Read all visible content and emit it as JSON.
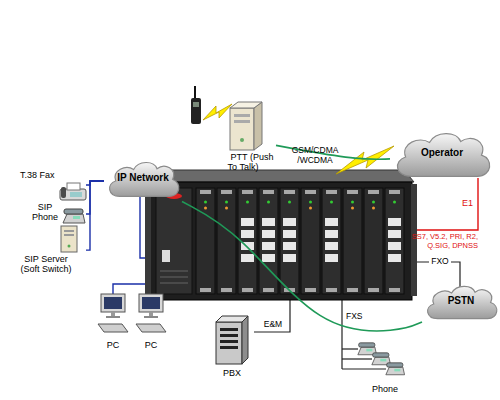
{
  "diagram": {
    "nodes": [
      {
        "text": [
          "T.38 Fax"
        ]
      },
      {
        "text": [
          "SIP Phone"
        ]
      },
      {
        "text": [
          "SIP Server (Soft Switch)"
        ]
      },
      {
        "text": [
          "IP Network"
        ]
      },
      {
        "text": [
          "PTT (Push To Talk)"
        ]
      },
      {
        "text": [
          "Operator"
        ]
      },
      {
        "text": [
          "PSTN"
        ]
      },
      {
        "text": [
          "PC"
        ]
      },
      {
        "text": [
          "PC"
        ]
      },
      {
        "text": [
          "PBX"
        ]
      },
      {
        "text": [
          "Phone"
        ]
      }
    ],
    "edges": [
      {
        "from": 0,
        "to": 3,
        "arrow": "none"
      },
      {
        "from": 1,
        "to": 3,
        "arrow": "none"
      },
      {
        "from": 2,
        "to": 3,
        "arrow": "none"
      },
      {
        "from": 3,
        "to": 6,
        "arrow": "none"
      },
      {
        "from": 4,
        "to": 5,
        "arrow": "none"
      }
    ],
    "labels": [
      "GSM/CDMA /WCDMA",
      "E1",
      "SS7, V5.2, PRI, R2, Q.SIG, DPNSS",
      "FXO",
      "E&M",
      "FXS"
    ]
  }
}
